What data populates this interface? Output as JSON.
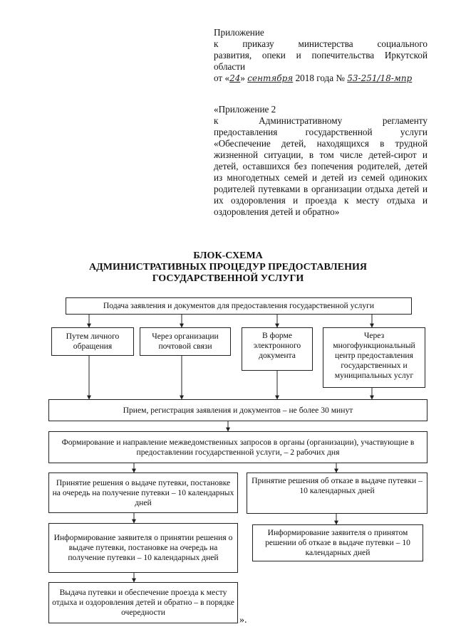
{
  "appendix": {
    "title": "Приложение",
    "line1": "к приказу министерства социального",
    "line2": "развития, опеки и попечительства Иркутской",
    "line3": "области",
    "date_prefix": "от «",
    "day": "24",
    "mid": "» ",
    "month": "сентября",
    "year_text": " 2018 года № ",
    "number": "53-251/18-мпр"
  },
  "appendix2": {
    "title": "«Приложение 2",
    "line1": "к Административному регламенту",
    "text": "предоставления государственной услуги «Обеспечение детей, находящихся в трудной жизненной ситуации, в том числе детей-сирот и детей, оставшихся без попечения родителей, детей из многодетных семей и детей из семей одиноких родителей путевками в организации отдыха детей и их оздоровления и проезда к месту отдыха и оздоровления детей и обратно»"
  },
  "heading": {
    "line1": "БЛОК-СХЕМА",
    "line2": "АДМИНИСТРАТИВНЫХ ПРОЦЕДУР ПРЕДОСТАВЛЕНИЯ",
    "line3": "ГОСУДАРСТВЕННОЙ УСЛУГИ"
  },
  "flow": {
    "submit": "Подача заявления и документов для предоставления государственной услуги",
    "personal": "Путем личного обращения",
    "post": "Через организации почтовой связи",
    "electronic": "В форме электронного документа",
    "mfc": "Через многофункциональный центр предоставления государственных и муниципальных услуг",
    "register": "Прием, регистрация заявления и документов – не более 30 минут",
    "requests": "Формирование и направление межведомственных запросов в органы (организации), участвующие в предоставлении государственной услуги,  – 2 рабочих дня",
    "approve": "Принятие решения о выдаче путевки, постановке на очередь на получение путевки – 10 календарных дней",
    "refuse": "Принятие решения об отказе в выдаче путевки – 10 календарных дней",
    "inform_approve": "Информирование заявителя о принятии решения о выдаче путевки, постановке на очередь на получение путевки – 10 календарных дней",
    "inform_refuse": "Информирование заявителя о принятом решении об отказе в выдаче путевки – 10 календарных дней",
    "issue": "Выдача путевки и обеспечение проезда к месту отдыха и оздоровления детей и обратно – в порядке очередности",
    "closing": "»."
  }
}
